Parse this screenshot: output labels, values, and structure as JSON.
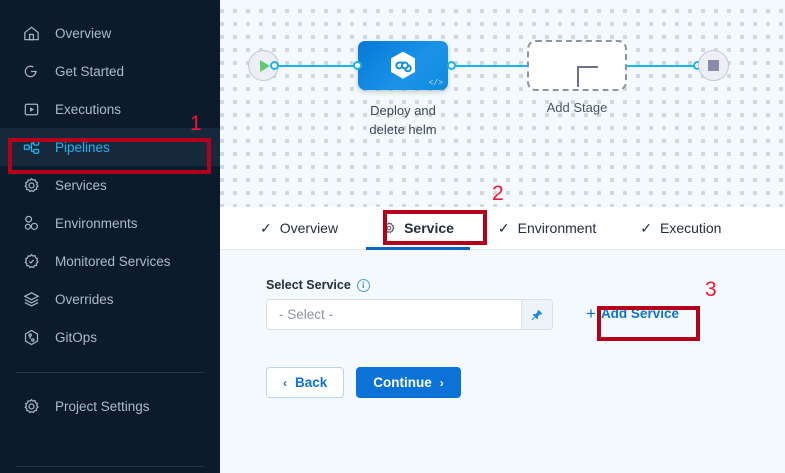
{
  "sidebar": {
    "items": [
      {
        "label": "Overview",
        "icon": "home-icon",
        "active": false
      },
      {
        "label": "Get Started",
        "icon": "get-started-icon",
        "active": false
      },
      {
        "label": "Executions",
        "icon": "executions-icon",
        "active": false
      },
      {
        "label": "Pipelines",
        "icon": "pipelines-icon",
        "active": true
      },
      {
        "label": "Services",
        "icon": "gear-icon",
        "active": false
      },
      {
        "label": "Environments",
        "icon": "environments-icon",
        "active": false
      },
      {
        "label": "Monitored Services",
        "icon": "monitored-services-icon",
        "active": false
      },
      {
        "label": "Overrides",
        "icon": "layers-icon",
        "active": false
      },
      {
        "label": "GitOps",
        "icon": "gitops-icon",
        "active": false
      }
    ],
    "settings": {
      "label": "Project Settings",
      "icon": "gear-icon"
    }
  },
  "canvas": {
    "start_icon": "play-icon",
    "end_icon": "stop-icon",
    "stage": {
      "label": "Deploy and\ndelete helm",
      "label_line1": "Deploy and",
      "label_line2": "delete helm",
      "icon": "harness-hexagon-icon",
      "code_icon": "code-icon",
      "color": "#0f8ae0"
    },
    "add_stage": {
      "label": "Add Stage",
      "icon": "plus-icon"
    }
  },
  "tabs": [
    {
      "label": "Overview",
      "icon": "check-icon",
      "active": false
    },
    {
      "label": "Service",
      "icon": "gear-icon",
      "active": true
    },
    {
      "label": "Environment",
      "icon": "check-icon",
      "active": false
    },
    {
      "label": "Execution",
      "icon": "check-icon",
      "active": false
    }
  ],
  "form": {
    "select_service_label": "Select Service",
    "info_icon": "info-icon",
    "info_char": "i",
    "select_placeholder": "- Select -",
    "pin_icon": "pin-icon",
    "add_service_label": "Add Service",
    "add_service_plus": "+",
    "back_label": "Back",
    "back_chevron": "‹",
    "continue_label": "Continue",
    "continue_chevron": "›"
  },
  "annotations": [
    {
      "number": "1",
      "target": "sidebar-item-pipelines"
    },
    {
      "number": "2",
      "target": "tab-service"
    },
    {
      "number": "3",
      "target": "add-service-button"
    }
  ],
  "colors": {
    "sidebar_bg": "#0b1b2b",
    "accent_blue": "#0b72d8",
    "active_cyan": "#20b6f0",
    "annotation_red": "#b3001b",
    "wire_blue": "#1ab5e8"
  }
}
